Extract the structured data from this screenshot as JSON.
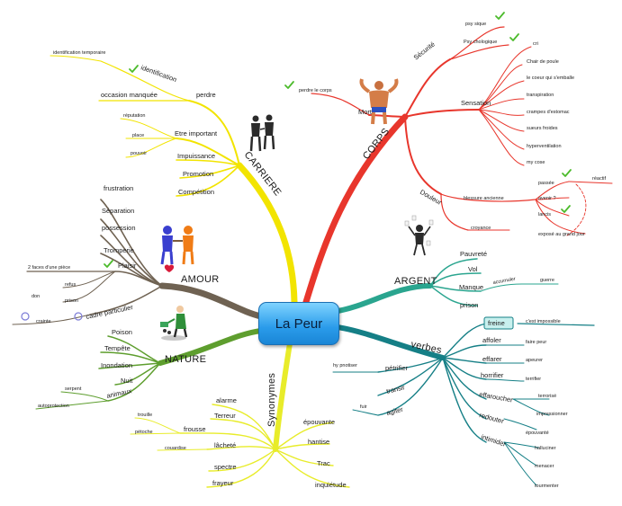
{
  "center": "La Peur",
  "carriere": {
    "title": "CARRIERE",
    "perdre": "perdre",
    "identification": "identification",
    "identification_temporaire": "identification temporaire",
    "occasion": "occasion manquée",
    "etre": "Etre important",
    "reputation": "réputation",
    "place": "place",
    "pouvoir": "pouvoir",
    "impuissance": "Impuissance",
    "promotion": "Promotion",
    "competition": "Compétition"
  },
  "amour": {
    "title": "AMOUR",
    "frustration": "frustration",
    "separation": "Séparation",
    "possession": "possession",
    "tromperie": "Tromperie",
    "plaisir": "Plaisir",
    "faces": "2 faces d'une pièce",
    "refus": "refus",
    "don": "don",
    "prison": "prison",
    "cadre": "cadre particulier",
    "crainte": "crainte"
  },
  "nature": {
    "title": "NATURE",
    "poison": "Poison",
    "tempete": "Tempête",
    "inondation": "Inondation",
    "nuit": "Nuit",
    "animaux": "animaux",
    "serpent": "serpent",
    "autoprotection": "autoprotection"
  },
  "synonymes": {
    "title": "Synonymes",
    "alarme": "alarme",
    "terreur": "Terreur",
    "frousse": "frousse",
    "trouille": "trouille",
    "petoche": "pétoche",
    "lachete": "lâcheté",
    "couardise": "couardise",
    "spectre": "spectre",
    "frayeur": "frayeur",
    "epouvante": "épouvante",
    "hantise": "hantise",
    "trac": "Trac",
    "inquietude": "inquiétude"
  },
  "corps": {
    "title": "CORPS",
    "securite": "Sécurité",
    "psysique": "psy sique",
    "psychologique": "Psy chologique",
    "mort": "Mort",
    "perdre_corps": "perdre le corps",
    "sensation": "Sensation",
    "cri": "cri",
    "chair": "Chair de poule",
    "coeur": "le coeur qui s'emballe",
    "transpiration": "transpiration",
    "crampes": "crampes d'estomac",
    "sueurs": "sueurs froides",
    "hyper": "hyperventilation",
    "mycose": "my cose",
    "douleur": "Douleur",
    "blessure": "blessure ancienne",
    "passe": "passée",
    "reactif": "réactif",
    "avenir": "avenir ?",
    "lancis": "lancis",
    "exposee": "exposé au grand jour",
    "croyance": "croyance"
  },
  "argent": {
    "title": "ARGENT",
    "pauvrete": "Pauvreté",
    "vol": "Vol",
    "manque": "Manque",
    "accumuler": "accumuler",
    "guerre": "guerre",
    "prison": "prison"
  },
  "verbes": {
    "title": "verbes",
    "freine": "freine",
    "impossible": "c'est impossible",
    "affoler": "affoler",
    "faire_peur": "faire peur",
    "effarer": "effarer",
    "apeurer": "apeurer",
    "horrifier": "horrifier",
    "terrifier": "terrifier",
    "effaroucher": "effaroucher",
    "terroriser": "terrorisé",
    "impressionner": "impressionner",
    "redouter": "redouter",
    "epouvante": "épouvanté",
    "intimider": "intimider",
    "halluciner": "halluciner",
    "menacer": "menacer",
    "tourmenter": "tourmenter",
    "petrifier": "pétrifier",
    "hypnotiser": "hy pnotiser",
    "transir": "transir",
    "agiter": "agiter",
    "fuir": "fuir"
  },
  "colors": {
    "carriere": "#f2e400",
    "amour": "#6f6252",
    "nature": "#5e9e2e",
    "synonymes": "#e8ec2a",
    "corps": "#e8362c",
    "argent": "#2aa58f",
    "verbes": "#157f86",
    "center": "#2a9bea"
  }
}
